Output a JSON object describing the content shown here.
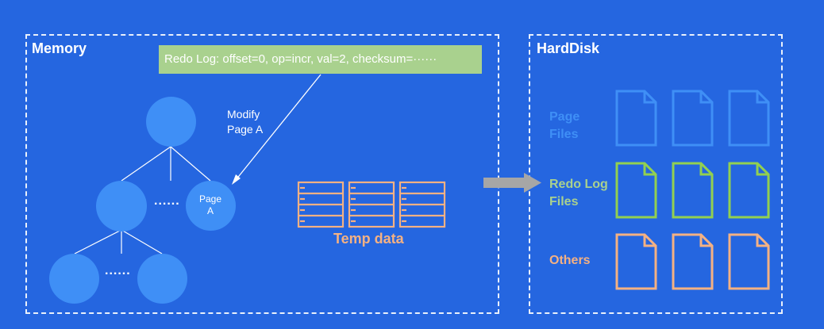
{
  "memory": {
    "title": "Memory",
    "redo_log_entry": "Redo Log: offset=0, op=incr, val=2, checksum=······",
    "modify_label_line1": "Modify",
    "modify_label_line2": "Page A",
    "page_a_line1": "Page",
    "page_a_line2": "A",
    "ellipsis": "......",
    "temp_data_label": "Temp data"
  },
  "disk": {
    "title": "HardDisk",
    "page_files_line1": "Page",
    "page_files_line2": "Files",
    "redo_log_files_line1": "Redo Log",
    "redo_log_files_line2": "Files",
    "others_label": "Others"
  },
  "colors": {
    "background": "#2566e0",
    "node": "#3f8ff6",
    "redo_log_green": "#a9d18e",
    "page_file_blue": "#3f8ff6",
    "redo_file_green": "#92d050",
    "others_orange": "#f4b183",
    "arrow_gray": "#a6a6a6"
  }
}
